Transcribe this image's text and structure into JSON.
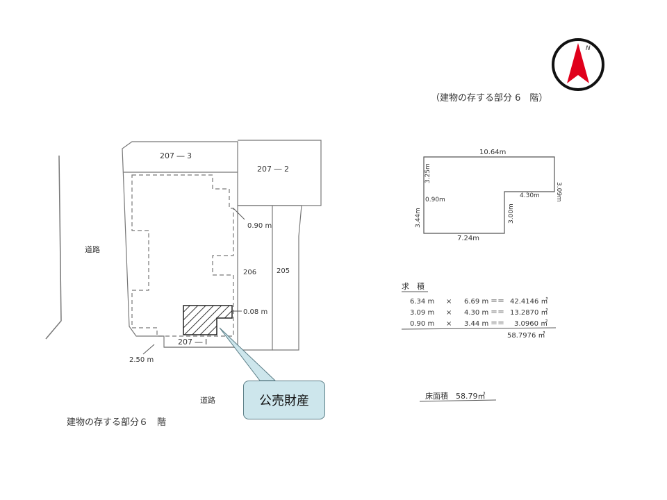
{
  "header": {
    "floor_title_top": "（建物の存する部分 6　階）",
    "compass_letter": "N"
  },
  "site_plan": {
    "lots": {
      "lot_207_3": "207 ― 3",
      "lot_207_2": "207 ― 2",
      "lot_207_1": "207 ― I",
      "lot_206": "206",
      "lot_205": "205"
    },
    "roads": {
      "road_west": "道路",
      "road_south": "道路"
    },
    "dimensions": {
      "d_090": "0.90 m",
      "d_008": "0.08 m",
      "d_250": "2.50 m"
    },
    "footer_title": "建物の存する部分６　階",
    "callout_label": "公売財産"
  },
  "floor_plan": {
    "dims": {
      "top": "10.64m",
      "left_upper": "3.25m",
      "right_upper": "3.09m",
      "step_left": "0.90m",
      "step_right": "4.30m",
      "left_lower": "3.44m",
      "inner": "3.00m",
      "bottom": "7.24m"
    }
  },
  "area_calc": {
    "heading": "求　積",
    "rows": [
      {
        "a": "6.34 m",
        "op": "×",
        "b": "6.69 m",
        "eq": "＝＝",
        "r": "42.4146 ㎡"
      },
      {
        "a": "3.09 m",
        "op": "×",
        "b": "4.30 m",
        "eq": "＝＝",
        "r": "13.2870 ㎡"
      },
      {
        "a": "0.90 m",
        "op": "×",
        "b": "3.44 m",
        "eq": "＝＝",
        "r": "3.0960 ㎡"
      }
    ],
    "total": "58.7976 ㎡",
    "floor_area": "床面積　58.79㎡"
  },
  "colors": {
    "compass_red": "#e0001b",
    "callout_fill": "#cde6ec",
    "line": "#666666"
  }
}
